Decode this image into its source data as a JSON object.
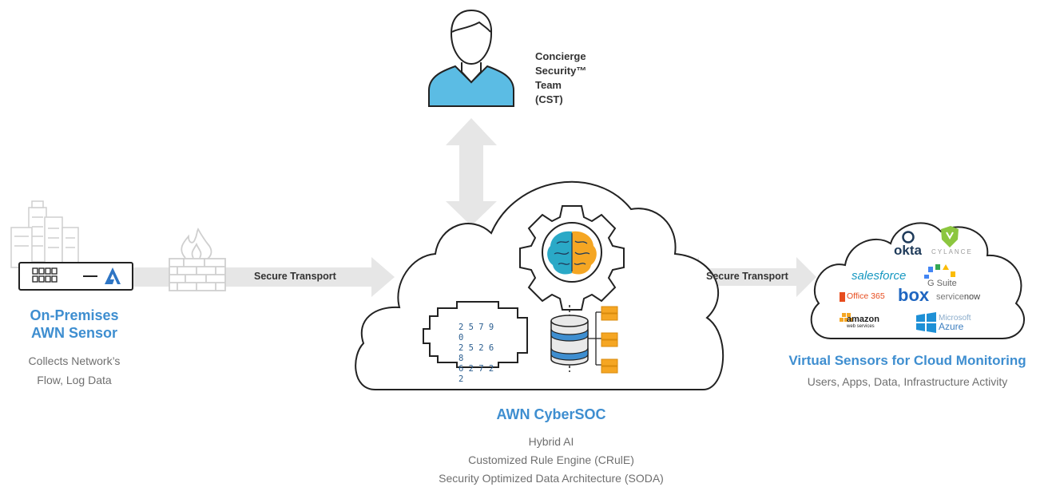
{
  "cst": {
    "line1": "Concierge",
    "line2": "Security™",
    "line3": "Team",
    "line4": "(CST)"
  },
  "onprem": {
    "title_line1": "On-Premises",
    "title_line2": "AWN Sensor",
    "desc_line1": "Collects Network’s",
    "desc_line2": "Flow, Log Data"
  },
  "transport_left": "Secure Transport",
  "transport_right": "Secure Transport",
  "engine_numbers": [
    "2 5 7 9 0",
    "2 5 2 6 8",
    "6 2 7 2 2"
  ],
  "cybersoc": {
    "title": "AWN CyberSOC",
    "features": [
      "Hybrid AI",
      "Customized Rule Engine (CRulE)",
      "Security Optimized Data Architecture (SODA)"
    ]
  },
  "virtual": {
    "title": "Virtual Sensors for Cloud Monitoring",
    "desc": "Users, Apps, Data, Infrastructure Activity"
  },
  "cloud_brands": {
    "okta": "okta",
    "cylance": "CYLANCE",
    "salesforce": "salesforce",
    "gsuite": "G Suite",
    "office365": "Office 365",
    "box": "box",
    "servicenow_a": "service",
    "servicenow_b": "now",
    "amazon_a": "amazon",
    "amazon_b": "web services",
    "azure_a": "Microsoft",
    "azure_b": "Azure"
  },
  "colors": {
    "accent_blue": "#3e8ed0",
    "arrow_gray": "#e6e6e6",
    "person_fill": "#5bbce4",
    "outline": "#222222",
    "orange": "#f5a623"
  }
}
